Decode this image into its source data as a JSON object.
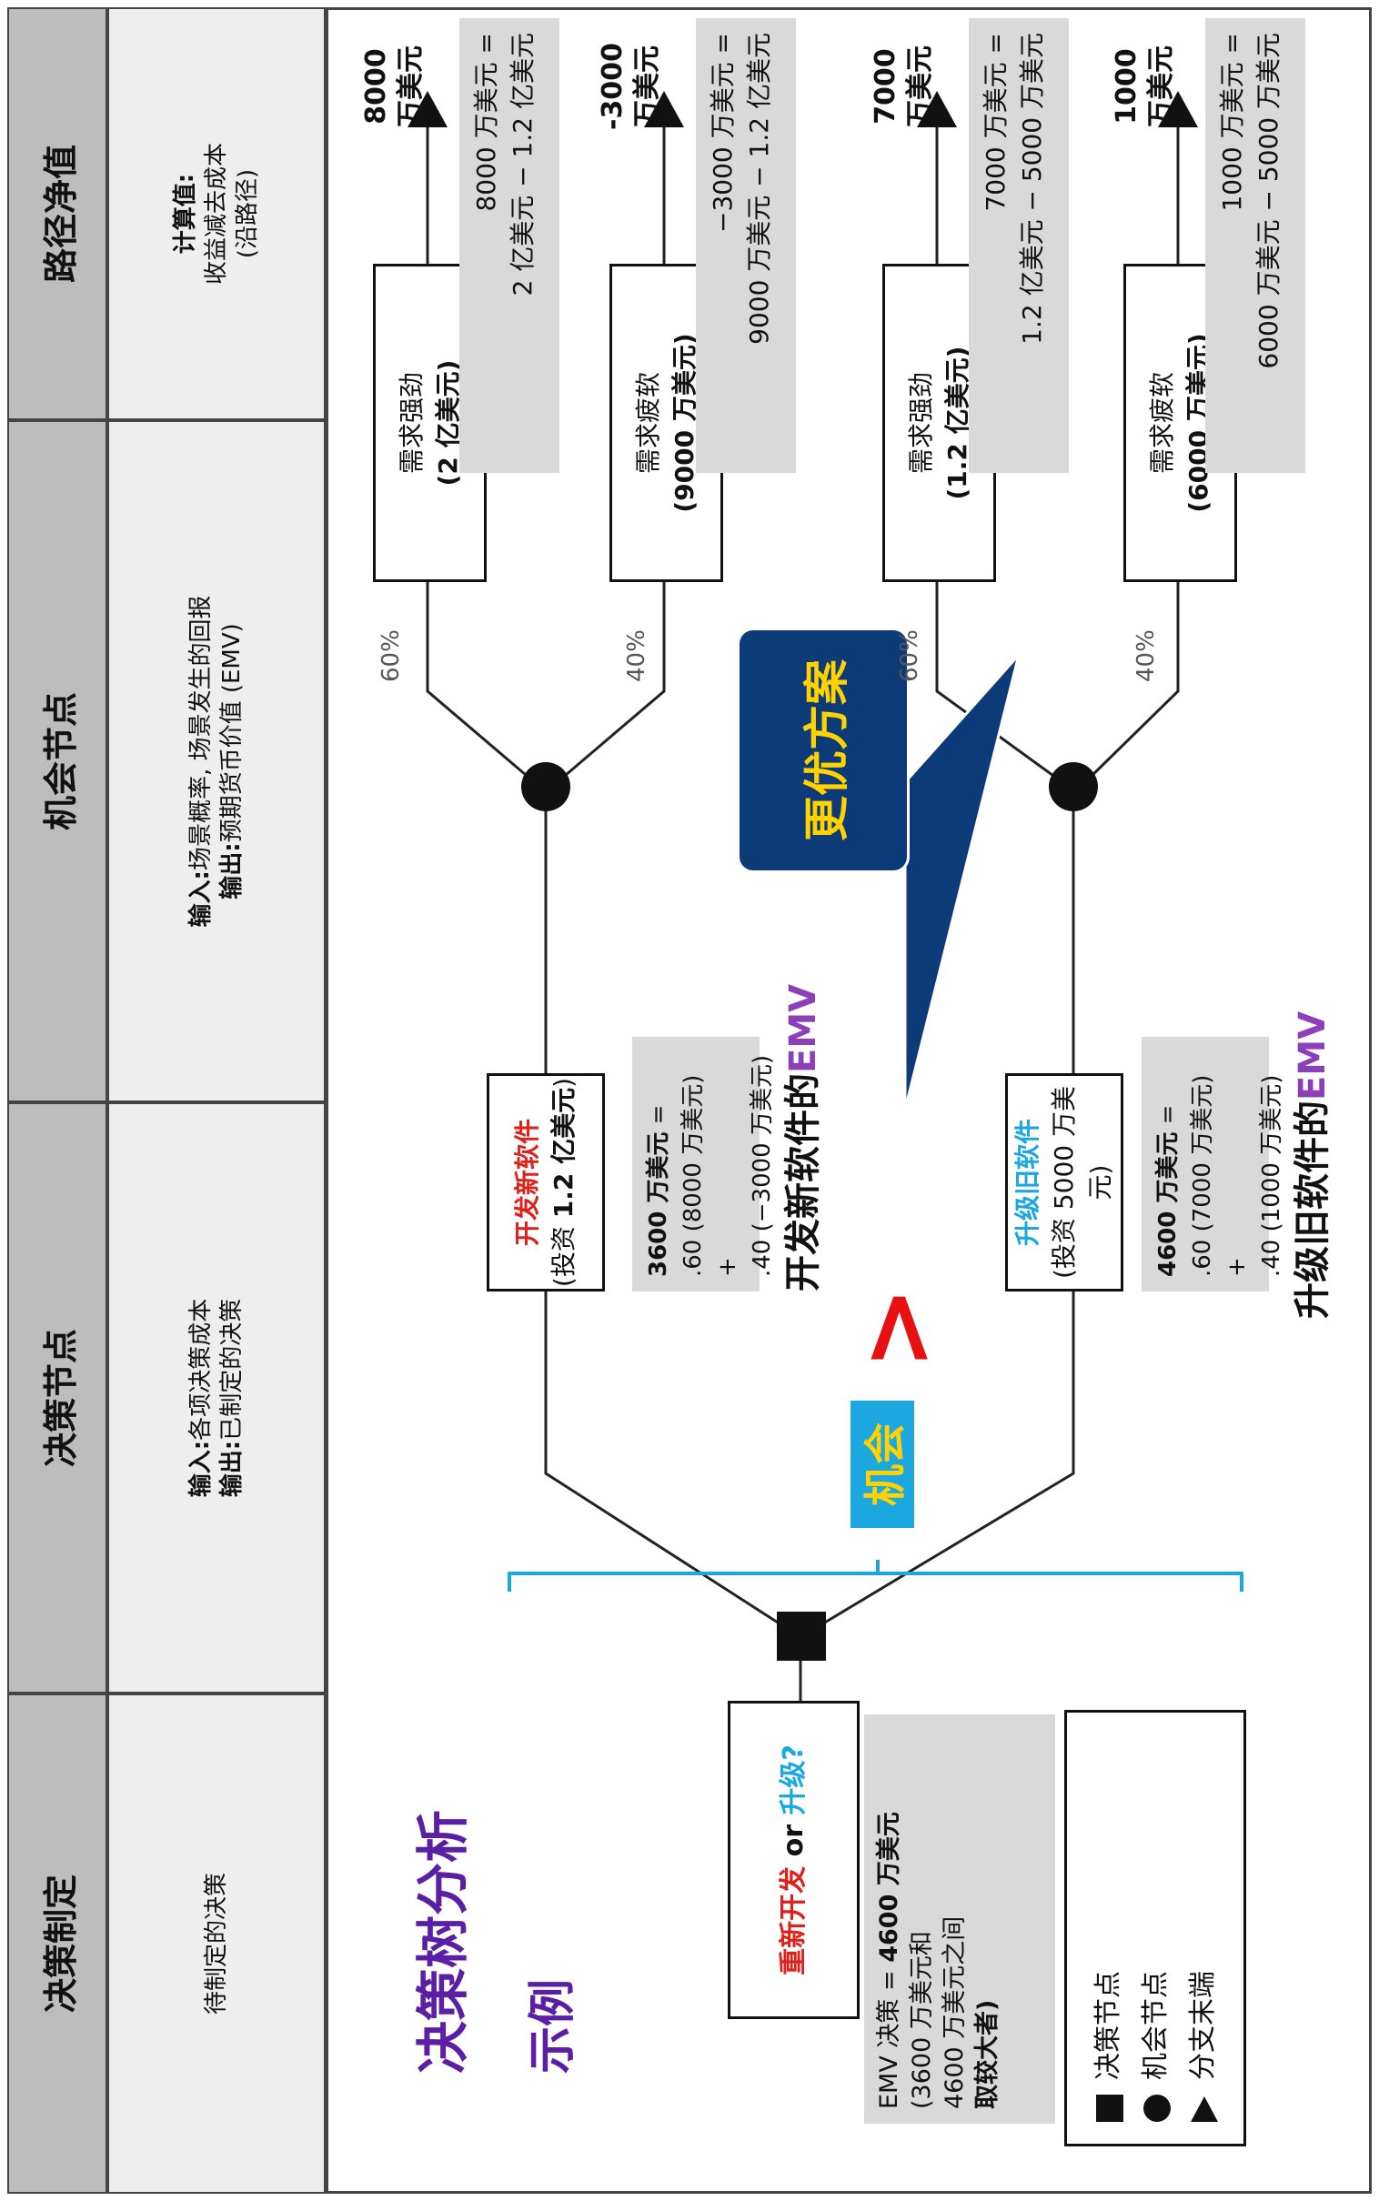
{
  "headers": {
    "decision_making": "决策制定",
    "decision_node": "决策节点",
    "chance_node": "机会节点",
    "path_value": "路径净值"
  },
  "subheaders": {
    "decision_making": "待制定的决策",
    "decision_node": {
      "input_label": "输入:",
      "input_text": "各项决策成本",
      "output_label": "输出:",
      "output_text": "已制定的决策"
    },
    "chance_node": {
      "input_label": "输入:",
      "input_text": "场景概率, 场景发生的回报",
      "output_label": "输出:",
      "output_text": "预期货币价值 (EMV)"
    },
    "path_value": {
      "line1": "计算值:",
      "line2": "收益减去成本",
      "line3": "(沿路径)"
    }
  },
  "title": {
    "line1": "决策树分析",
    "line2": "示例"
  },
  "root_decision": {
    "part1": "重新开发",
    "part2": " or ",
    "part3": "升级?"
  },
  "emv_decision": {
    "line1a": "EMV 决策 = ",
    "line1b": "4600 万美元",
    "line2": "(3600 万美元和",
    "line3": "4600 万美元之间",
    "line4": "取较大者)"
  },
  "bracket_label": "机会",
  "comparison_sign": ">",
  "develop": {
    "name": "开发新软件",
    "invest_prefix": "(投资 ",
    "invest_value": "1.2 亿美元",
    "invest_suffix": ")",
    "emv_line1": "3600 万美元",
    "emv_eq": " =",
    "emv_line2": ".60 (8000 万美元) +",
    "emv_line3": ".40 (−3000 万美元)",
    "emv_label_prefix": "开发新软件的",
    "emv_label_suffix": "EMV"
  },
  "upgrade": {
    "name": "升级旧软件",
    "invest": "(投资 5000 万美元)",
    "emv_line1": "4600 万美元",
    "emv_eq": " =",
    "emv_line2": ".60 (7000 万美元) +",
    "emv_line3": ".40 (1000 万美元)",
    "emv_label_prefix": "升级旧软件的",
    "emv_label_suffix": "EMV"
  },
  "callout": "更优方案",
  "outcomes": [
    {
      "prob": "60%",
      "name": "需求强劲",
      "payoff": "(2 亿美元)",
      "net_line1": "8000",
      "net_line2": "万美元",
      "calc1": "8000 万美元 =",
      "calc2": "2 亿美元 − 1.2 亿美元"
    },
    {
      "prob": "40%",
      "name": "需求疲软",
      "payoff": "(9000 万美元)",
      "net_line1": "-3000",
      "net_line2": "万美元",
      "calc1": "−3000 万美元 =",
      "calc2": "9000 万美元 − 1.2 亿美元"
    },
    {
      "prob": "60%",
      "name": "需求强劲",
      "payoff": "(1.2 亿美元)",
      "net_line1": "7000",
      "net_line2": "万美元",
      "calc1": "7000 万美元 =",
      "calc2": "1.2 亿美元 − 5000 万美元"
    },
    {
      "prob": "40%",
      "name": "需求疲软",
      "payoff": "(6000 万美元)",
      "net_line1": "1000",
      "net_line2": "万美元",
      "calc1": "1000 万美元 =",
      "calc2": "6000 万美元 − 5000 万美元"
    }
  ],
  "legend": {
    "decision": "决策节点",
    "chance": "机会节点",
    "end": "分支末端"
  },
  "colors": {
    "develop_red": "#e0201a",
    "upgrade_blue": "#1ba8e0",
    "title_purple": "#5b1fa6",
    "emv_purple": "#8b3fb8",
    "callout_bg": "#0d3b7a",
    "callout_text": "#ffd200",
    "bracket_blue": "#1ba8e0",
    "label_bg": "#1ba8e0",
    "label_text": "#ffd200",
    "sign_red": "#e81010"
  }
}
